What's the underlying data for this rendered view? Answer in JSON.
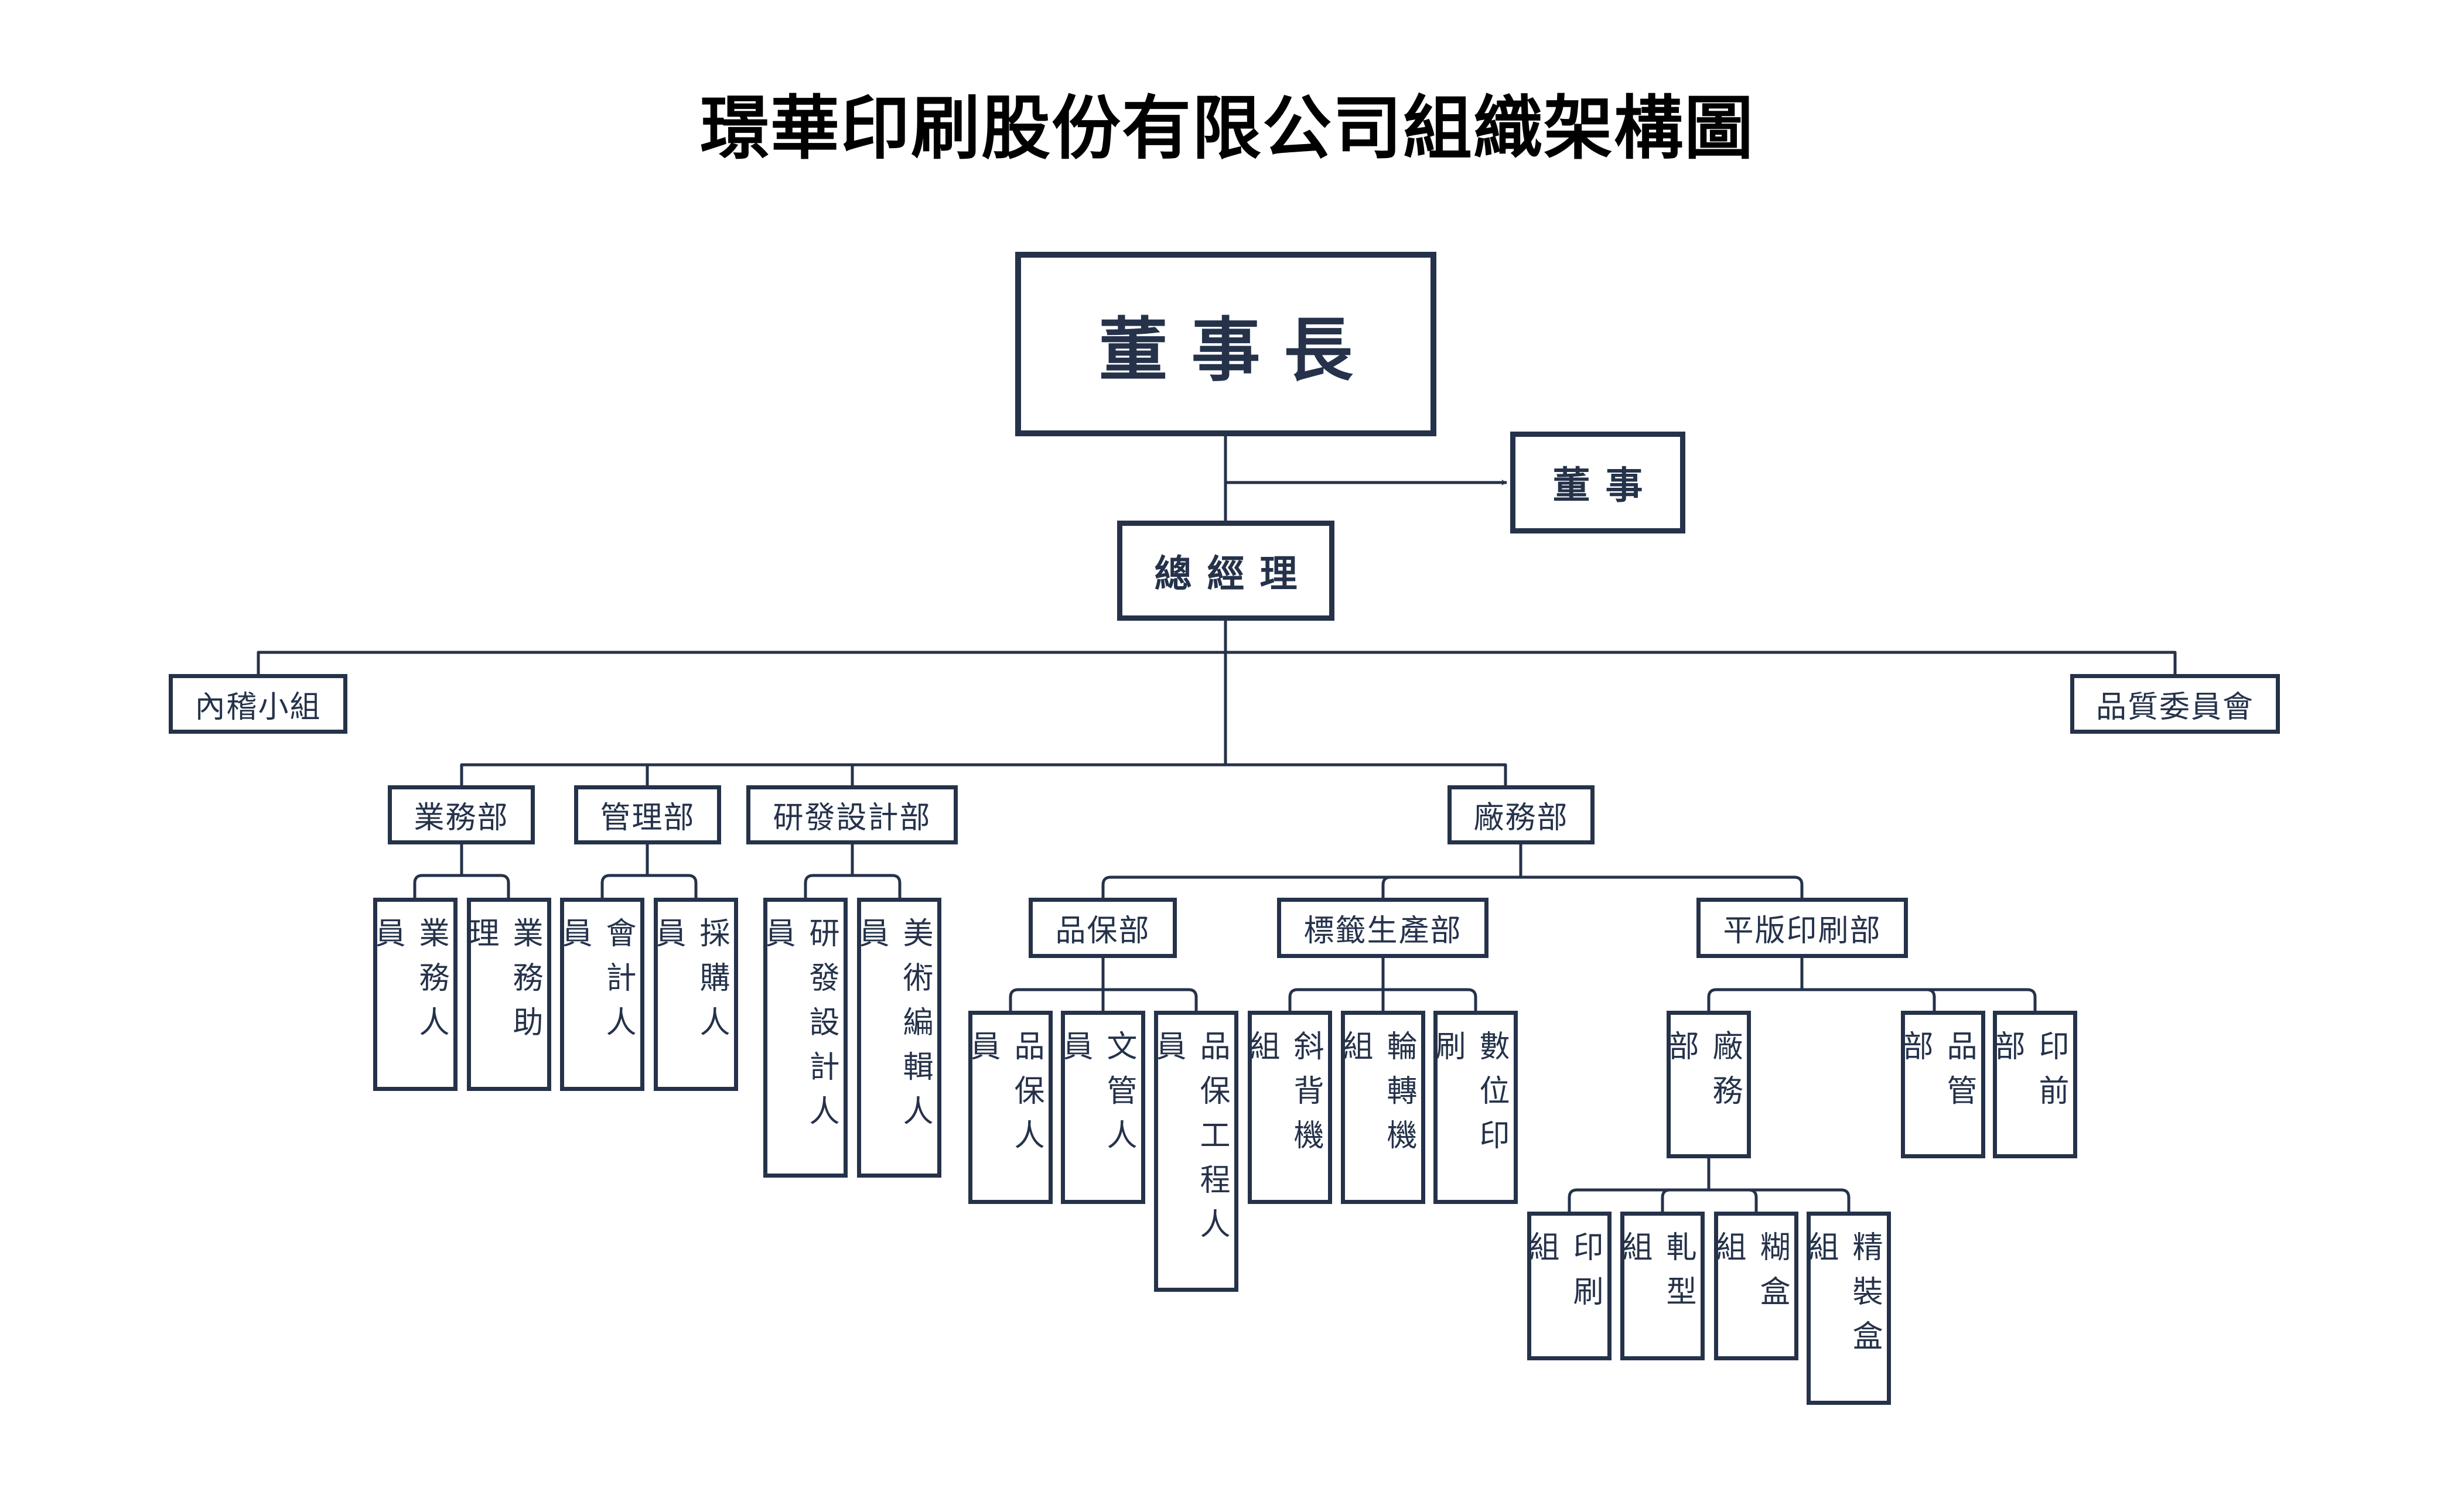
{
  "title": "璟華印刷股份有限公司組織架構圖",
  "colors": {
    "line": "#25324a",
    "title": "#000000",
    "background": "#ffffff"
  },
  "org": {
    "chairman": "董事長",
    "directors": "董事",
    "general_manager": "總經理",
    "internal_audit": "內稽小組",
    "quality_committee": "品質委員會",
    "departments": {
      "sales": {
        "name": "業務部",
        "children": [
          "業務人員",
          "業務助理"
        ]
      },
      "management": {
        "name": "管理部",
        "children": [
          "會計人員",
          "採購人員"
        ]
      },
      "rnd": {
        "name": "研發設計部",
        "children": [
          "研發設計人員",
          "美術編輯人員"
        ]
      },
      "factory": {
        "name": "廠務部",
        "quality_assurance": {
          "name": "品保部",
          "children": [
            "品保人員",
            "文管人員",
            "品保工程人員"
          ]
        },
        "label_production": {
          "name": "標籤生產部",
          "children": [
            "斜背機組",
            "輪轉機組",
            "數位印刷"
          ]
        },
        "offset_printing": {
          "name": "平版印刷部",
          "factory_affairs": {
            "name": "廠務部",
            "children": [
              "印刷組",
              "軋型組",
              "糊盒組",
              "精裝盒組"
            ]
          },
          "quality_control": "品管部",
          "prepress": "印前部"
        }
      }
    }
  }
}
